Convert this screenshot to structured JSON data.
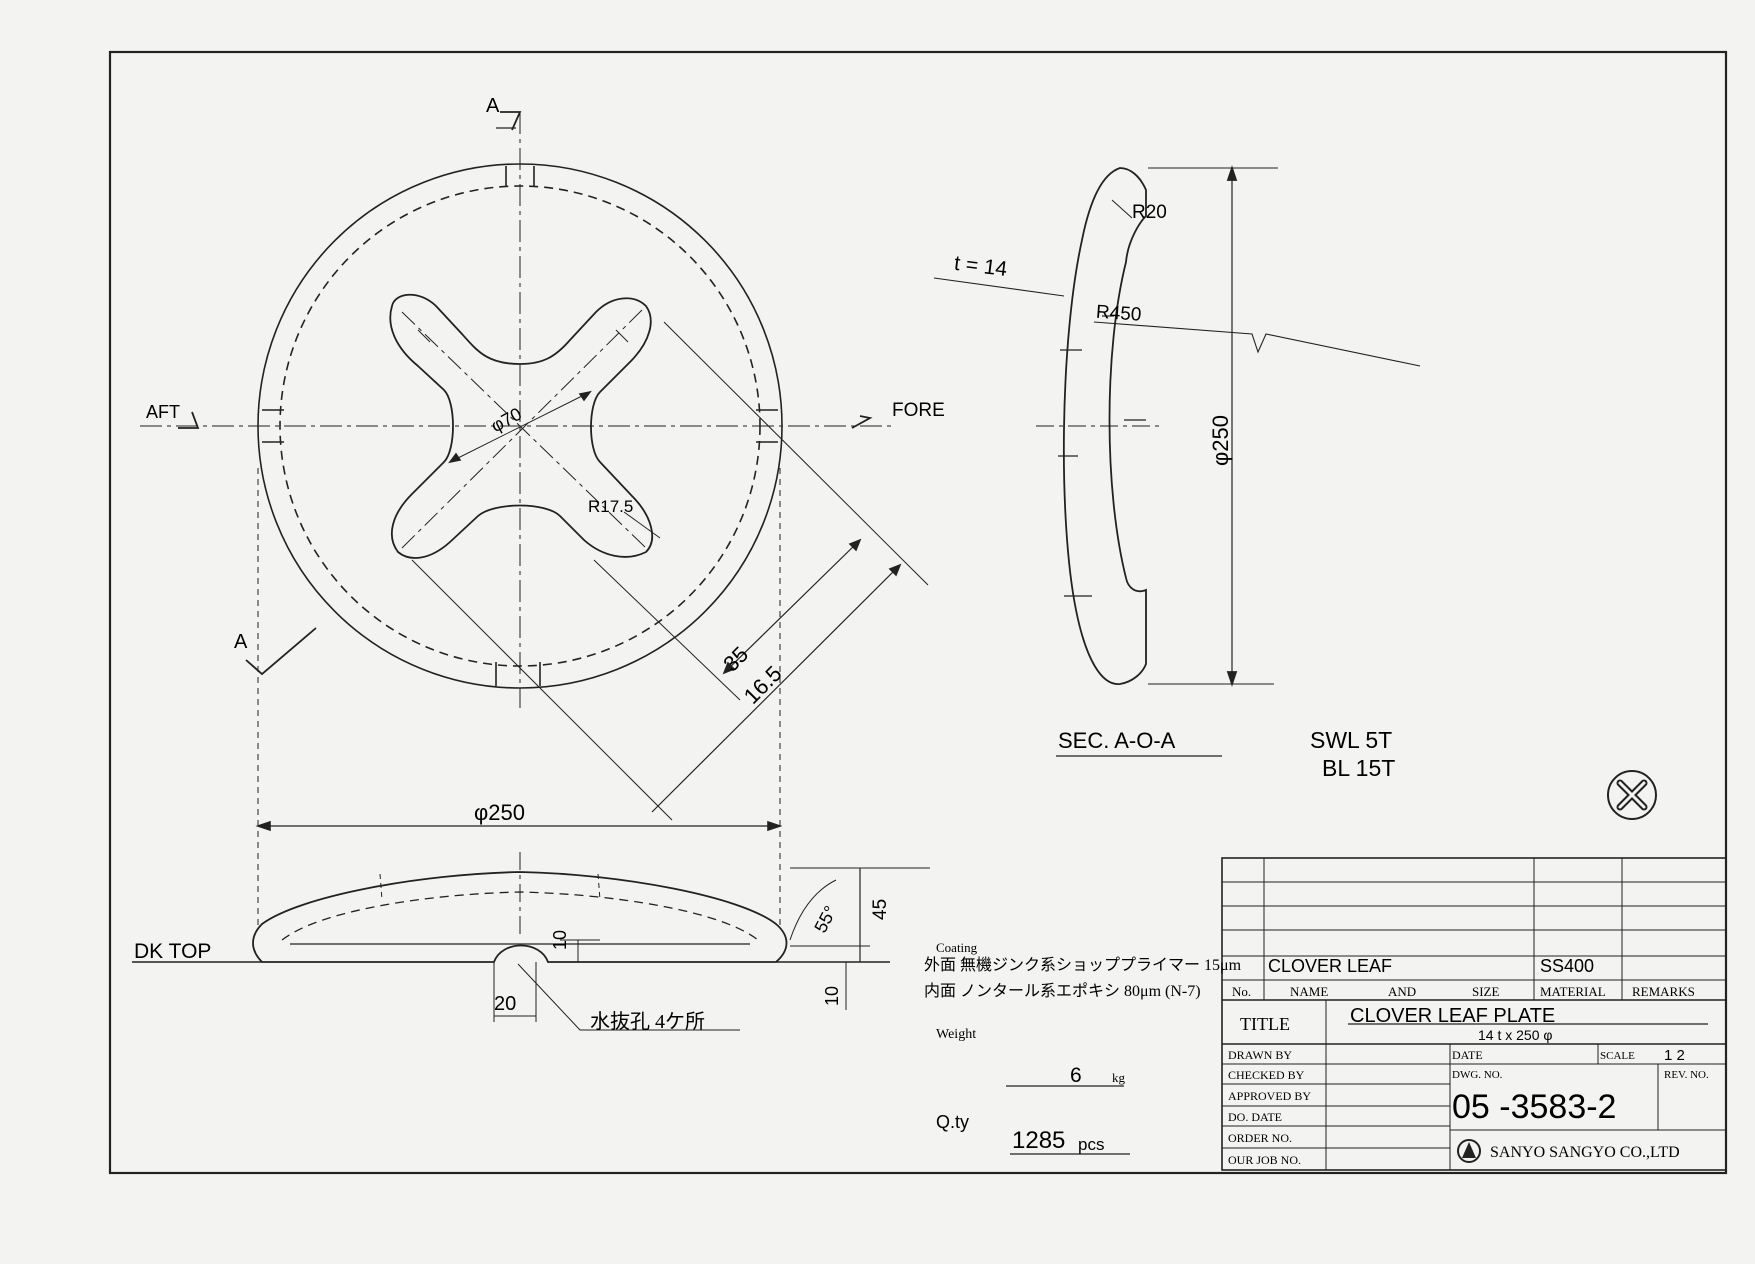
{
  "plan_view": {
    "section_mark_top": "A",
    "section_mark_bottom": "A",
    "label_aft": "AFT",
    "label_fore": "FORE",
    "dim_inner_dia": "φ70",
    "dim_radius": "R17.5",
    "dim_35": "35",
    "dim_165": "16.5",
    "dim_outer_dia": "φ250"
  },
  "section_view": {
    "dim_r20": "R20",
    "dim_thickness": "t = 14",
    "dim_r450": "R450",
    "dim_dia": "φ250",
    "title": "SEC. A-O-A",
    "swl": "SWL 5T",
    "bl": "BL 15T"
  },
  "side_view": {
    "dk_top": "DK TOP",
    "dim_10": "10",
    "dim_20": "20",
    "dim_angle": "55°",
    "dim_45": "45",
    "dim_10b": "10",
    "drain_note": "水抜孔 4ケ所"
  },
  "notes": {
    "coating_label": "Coating",
    "coating_outer": "外面  無機ジンク系ショッププライマー 15μm",
    "coating_inner": "内面  ノンタール系エポキシ 80μm (N-7)",
    "weight_label": "Weight",
    "weight_value": "6",
    "weight_unit": "kg",
    "qty_label": "Q.ty",
    "qty_value": "1285",
    "qty_unit": "pcs"
  },
  "title_block": {
    "part_name": "CLOVER LEAF",
    "material": "SS400",
    "col_no": "No.",
    "col_name": "NAME",
    "col_and": "AND",
    "col_size": "SIZE",
    "col_material": "MATERIAL",
    "col_remarks": "REMARKS",
    "title_label": "TITLE",
    "title_value": "CLOVER LEAF PLATE",
    "title_size": "14 t x 250 φ",
    "drawn_by": "DRAWN  BY",
    "checked_by": "CHECKED BY",
    "approved_by": "APPROVED BY",
    "do_date": "DO.   DATE",
    "order_no": "ORDER  NO.",
    "our_job_no": "OUR JOB  NO.",
    "date_label": "DATE",
    "scale_label": "SCALE",
    "scale_value": "1  2",
    "dwg_no_label": "DWG. NO.",
    "rev_no_label": "REV. NO.",
    "dwg_no": "05 -3583-2",
    "company": "SANYO SANGYO CO.,LTD"
  }
}
